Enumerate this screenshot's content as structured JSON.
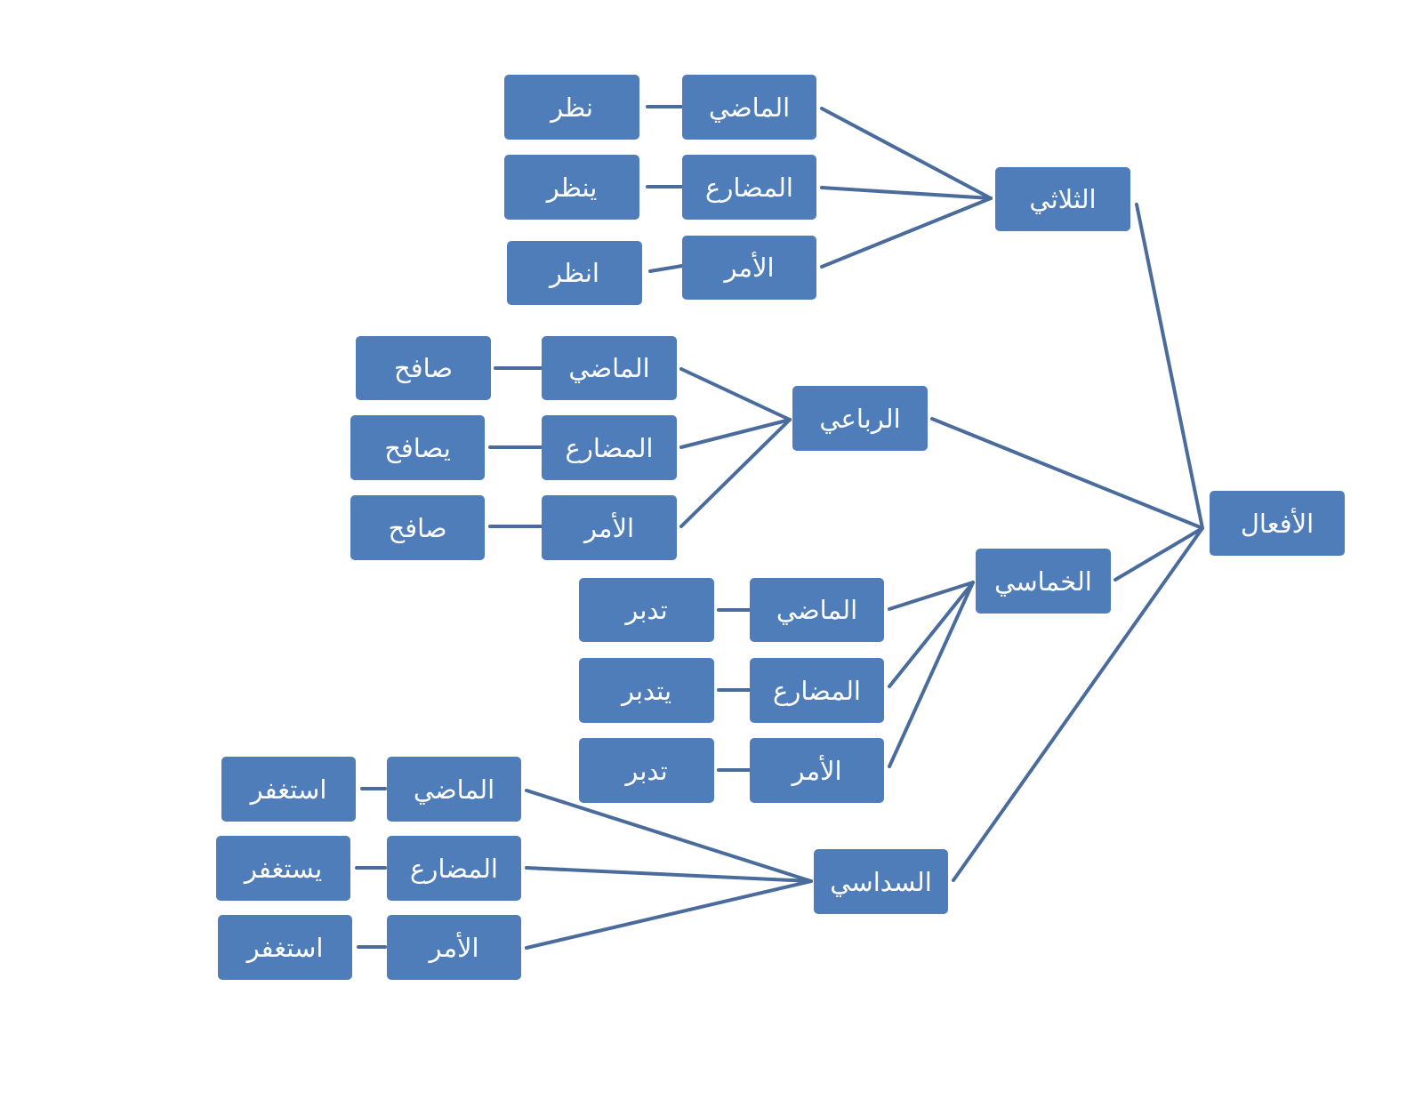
{
  "root": {
    "label": "الأفعال"
  },
  "groups": [
    {
      "label": "الثلاثي",
      "forms": [
        {
          "tense": "الماضي",
          "example": "نظر"
        },
        {
          "tense": "المضارع",
          "example": "ينظر"
        },
        {
          "tense": "الأمر",
          "example": "انظر"
        }
      ]
    },
    {
      "label": "الرباعي",
      "forms": [
        {
          "tense": "الماضي",
          "example": "صافح"
        },
        {
          "tense": "المضارع",
          "example": "يصافح"
        },
        {
          "tense": "الأمر",
          "example": "صافح"
        }
      ]
    },
    {
      "label": "الخماسي",
      "forms": [
        {
          "tense": "الماضي",
          "example": "تدبر"
        },
        {
          "tense": "المضارع",
          "example": "يتدبر"
        },
        {
          "tense": "الأمر",
          "example": "تدبر"
        }
      ]
    },
    {
      "label": "السداسي",
      "forms": [
        {
          "tense": "الماضي",
          "example": "استغفر"
        },
        {
          "tense": "المضارع",
          "example": "يستغفر"
        },
        {
          "tense": "الأمر",
          "example": "استغفر"
        }
      ]
    }
  ],
  "colors": {
    "box_fill": "#4f7dba",
    "connector": "#4a6c9c",
    "text": "#ffffff"
  }
}
